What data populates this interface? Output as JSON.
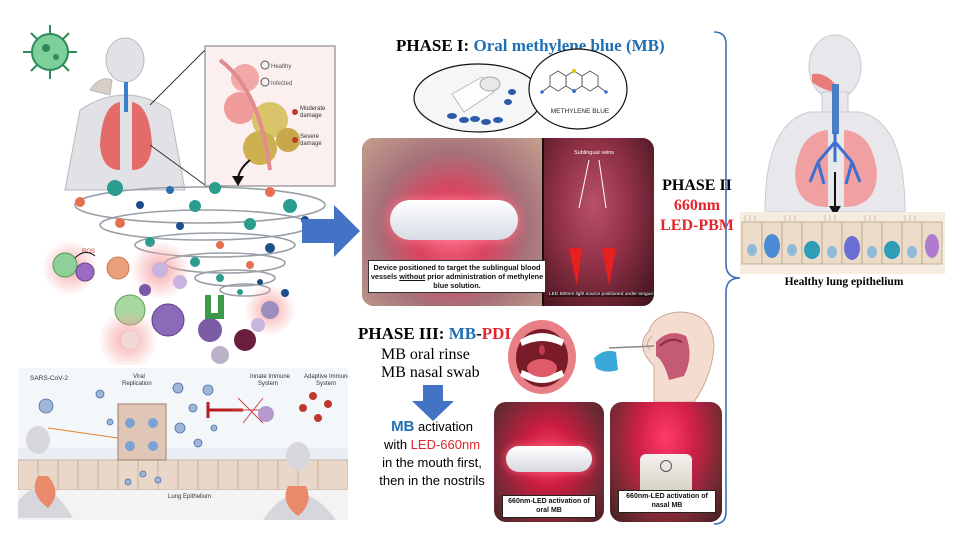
{
  "phase1": {
    "label": "PHASE I:",
    "title": "Oral methylene blue (MB)",
    "molecule_label": "METHYLENE BLUE"
  },
  "phase2": {
    "label": "PHASE II",
    "wavelength": "660nm",
    "method": "LED-PBM",
    "photo_caption": "Device positioned to target the sublingual blood vessels without prior administration of methylene blue solution.",
    "caption_part1": "Device positioned to target the sublingual blood vessels ",
    "caption_emph": "without",
    "caption_part2": " prior administration of methylene blue solution.",
    "sublingual_label": "Sublingual veins",
    "led_label": "LED 660nm light source positioned under tongue"
  },
  "phase3": {
    "label": "PHASE III:",
    "mb": "MB",
    "dash": "-",
    "pdi": "PDI",
    "step1": "MB oral rinse",
    "step2": "MB nasal swab",
    "activation_mb": "MB",
    "activation_word": " activation",
    "with_word": "with ",
    "led": "LED-660nm",
    "line3": "in the mouth first,",
    "line4": "then in the nostrils",
    "caption_oral": "660nm-LED activation of oral MB",
    "caption_nasal": "660nm-LED activation of nasal MB"
  },
  "right": {
    "label": "Healthy lung epithelium"
  },
  "left_top": {
    "healthy": "Healthy",
    "infected": "Infected",
    "moderate": "Moderate damage",
    "severe": "Severe damage",
    "ros": "ROS"
  },
  "left_bottom": {
    "sars": "SARS-CoV-2",
    "viral_rep": "Viral Replication",
    "innate": "Innate Immune System",
    "adaptive": "Adaptive Immune System",
    "lung_epi": "Lung Epithelium"
  },
  "colors": {
    "blue_text": "#1f6fb5",
    "red_text": "#e3262d",
    "arrow_blue": "#4472c4",
    "bracket": "#3b6fb6"
  }
}
